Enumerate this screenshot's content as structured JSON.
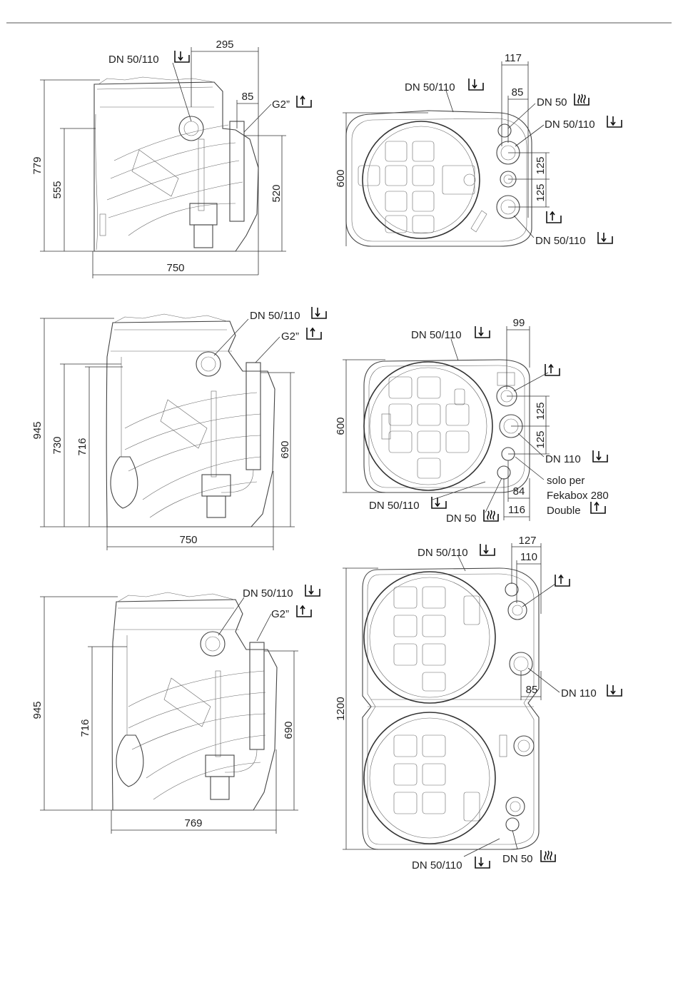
{
  "labels": {
    "dn50_110": "DN 50/110",
    "dn50": "DN 50",
    "dn110": "DN 110",
    "g2": "G2”",
    "solo_per": "solo per",
    "fekabox": "Fekabox 280",
    "double": "Double"
  },
  "icons": {
    "inlet": "inlet-arrow-down-icon",
    "outlet": "outlet-arrow-up-icon",
    "vent": "vent-wavy-icon"
  },
  "dims": {
    "d1": {
      "w295": "295",
      "w85": "85",
      "h779": "779",
      "h555": "555",
      "h520": "520",
      "w750": "750"
    },
    "t1": {
      "w117": "117",
      "w85": "85",
      "h600": "600",
      "v125a": "125",
      "v125b": "125"
    },
    "d2": {
      "h945": "945",
      "h730": "730",
      "h716": "716",
      "h690": "690",
      "w750": "750"
    },
    "t2": {
      "w99": "99",
      "h600": "600",
      "v125a": "125",
      "v125b": "125",
      "w84": "84",
      "w116": "116"
    },
    "d3": {
      "h945": "945",
      "h716": "716",
      "h690": "690",
      "w769": "769"
    },
    "t3": {
      "w127": "127",
      "w110": "110",
      "w85": "85",
      "h1200": "1200"
    }
  }
}
